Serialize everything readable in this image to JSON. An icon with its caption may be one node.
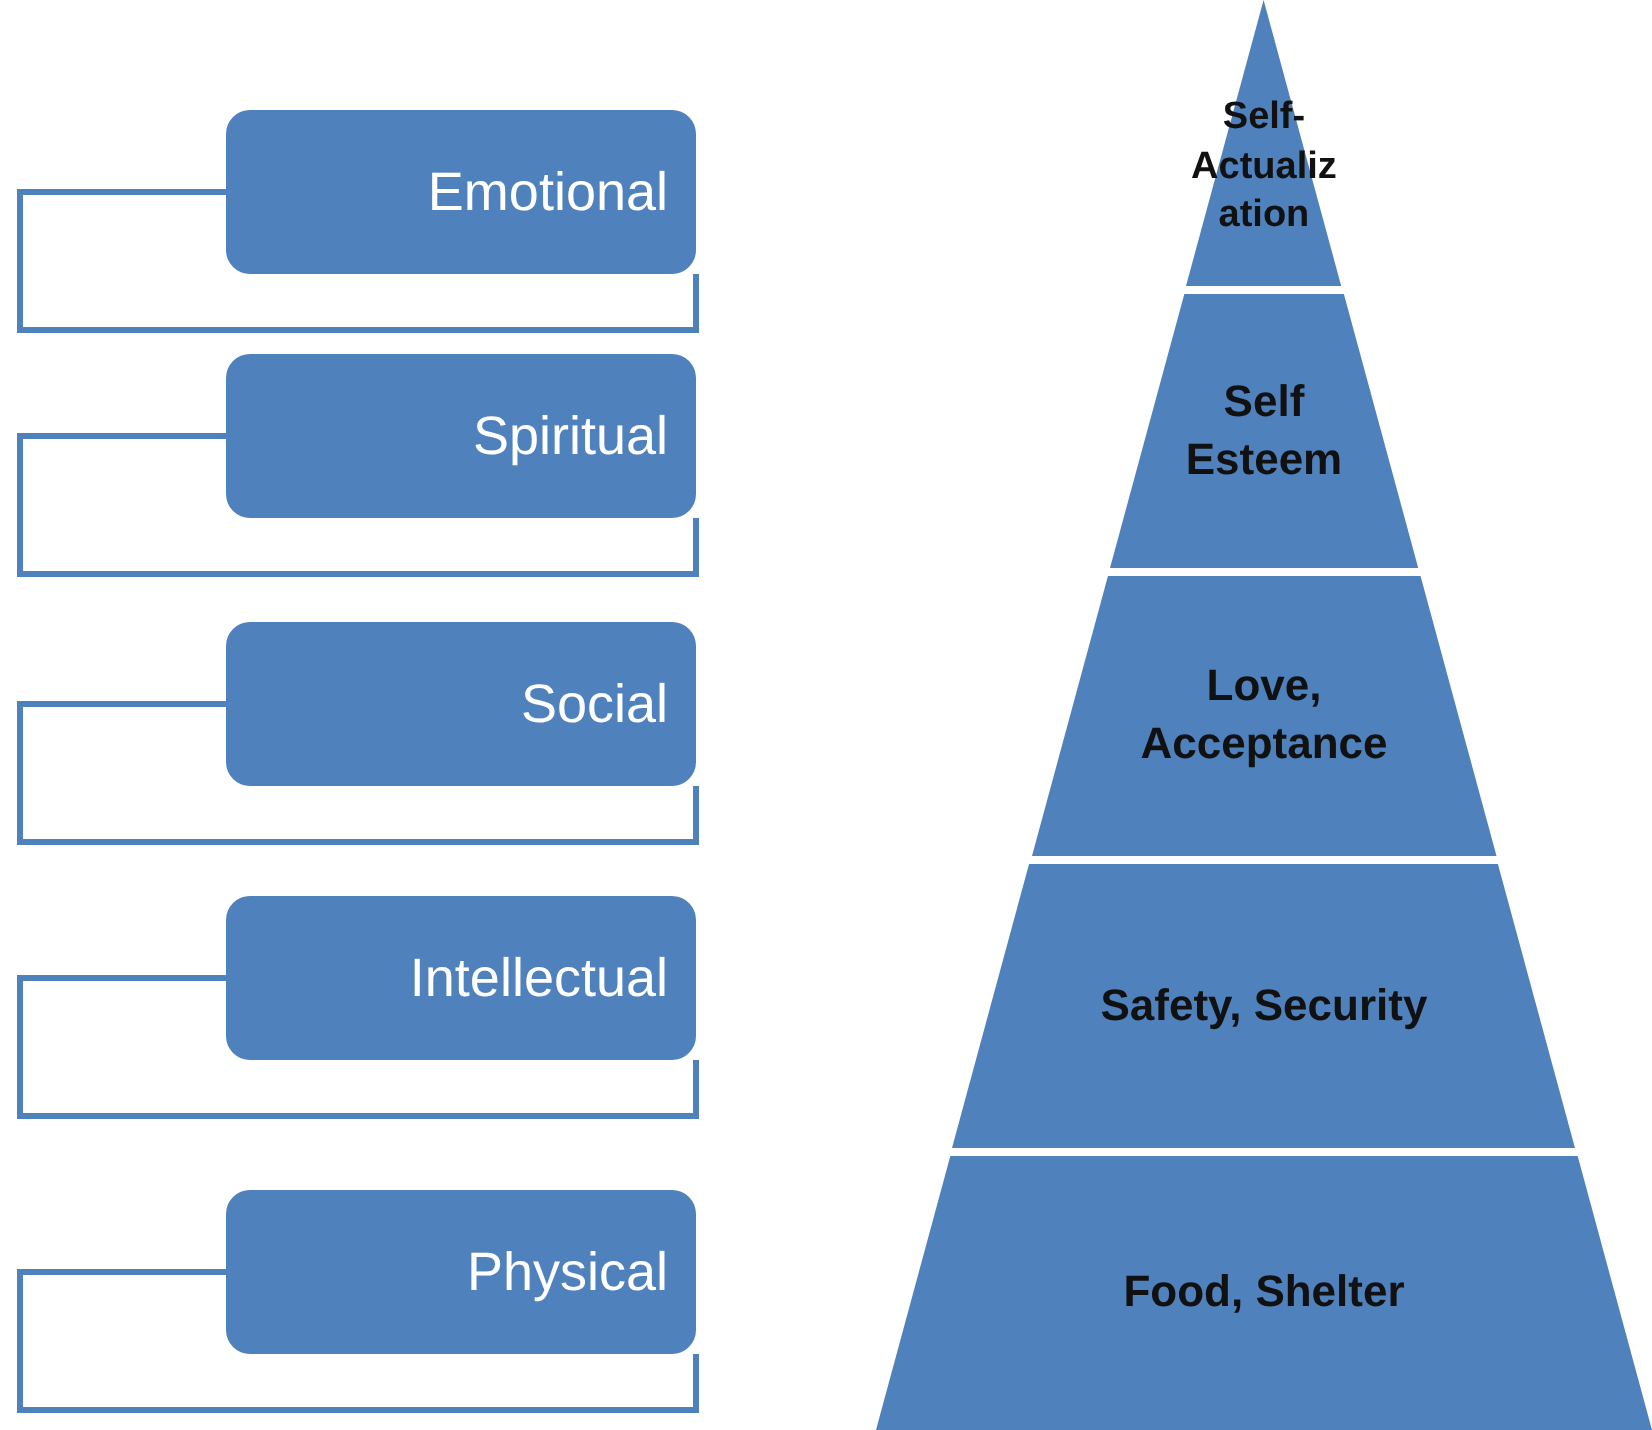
{
  "diagram": {
    "nodes": [
      {
        "text": [
          "Emotional"
        ]
      },
      {
        "text": [
          "Spiritual"
        ]
      },
      {
        "text": [
          "Social"
        ]
      },
      {
        "text": [
          "Intellectual"
        ]
      },
      {
        "text": [
          "Physical"
        ]
      },
      {
        "text": [
          "Self-Actualization"
        ]
      },
      {
        "text": [
          "Self Esteem"
        ]
      },
      {
        "text": [
          "Love, Acceptance"
        ]
      },
      {
        "text": [
          "Safety, Security"
        ]
      },
      {
        "text": [
          "Food, Shelter"
        ]
      }
    ],
    "edges": [
      {
        "from": 0,
        "to": 0,
        "arrow": "none"
      },
      {
        "from": 1,
        "to": 1,
        "arrow": "none"
      },
      {
        "from": 2,
        "to": 2,
        "arrow": "none"
      },
      {
        "from": 3,
        "to": 3,
        "arrow": "none"
      },
      {
        "from": 4,
        "to": 4,
        "arrow": "none"
      }
    ]
  }
}
